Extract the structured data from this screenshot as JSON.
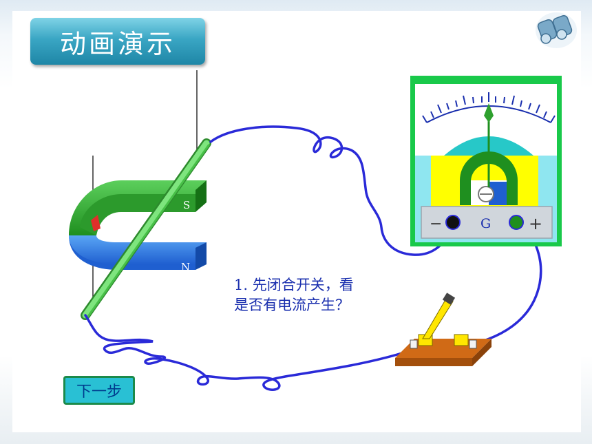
{
  "title": "动画演示",
  "next_button": "下一步",
  "instruction": [
    "1. 先闭合开关，看",
    "是否有电流产生？"
  ],
  "magnet": {
    "top_pole": "S",
    "bottom_pole": "N"
  },
  "galvanometer": {
    "minus": "−",
    "label": "G",
    "plus": "+"
  },
  "icons": [
    "binoculars-icon"
  ],
  "colors": {
    "wire": "#2a2ad8",
    "title_bg": "#3aa6c4",
    "magnet_s": "#2ea02e",
    "magnet_n": "#2e7fe6",
    "meter_frame": "#19c94a"
  }
}
